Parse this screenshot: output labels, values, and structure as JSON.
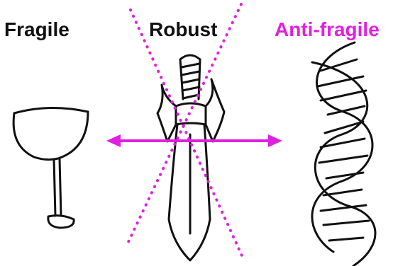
{
  "labels": {
    "fragile": "Fragile",
    "robust": "Robust",
    "antifragile": "Anti-fragile"
  },
  "colors": {
    "text": "#111111",
    "accent": "#e020e0",
    "ink": "#111111",
    "background": "#ffffff"
  },
  "icons": {
    "fragile": "wine-glass-icon",
    "robust": "sword-icon",
    "antifragile": "dna-helix-icon"
  }
}
